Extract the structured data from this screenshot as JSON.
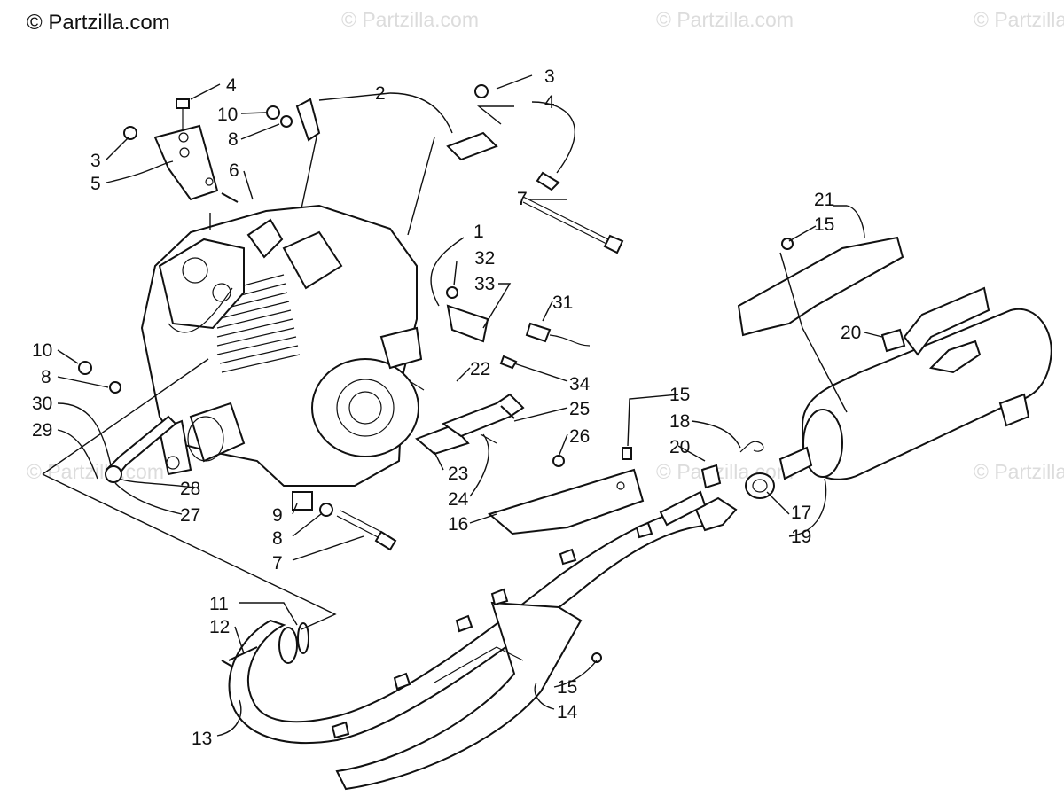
{
  "brand": "© Partzilla.com",
  "watermarks": [
    "© Partzilla.com",
    "© Partzilla.com",
    "© Partzilla.com",
    "© Partzilla.com",
    "© Partzilla.com",
    "© Partzilla.com"
  ],
  "callouts": [
    "1",
    "2",
    "3",
    "4",
    "5",
    "6",
    "7",
    "8",
    "10",
    "3",
    "4",
    "7",
    "21",
    "15",
    "32",
    "33",
    "31",
    "20",
    "10",
    "8",
    "30",
    "29",
    "28",
    "27",
    "9",
    "8",
    "7",
    "22",
    "25",
    "26",
    "23",
    "24",
    "16",
    "34",
    "15",
    "18",
    "20",
    "17",
    "19",
    "11",
    "12",
    "13",
    "15",
    "14"
  ]
}
